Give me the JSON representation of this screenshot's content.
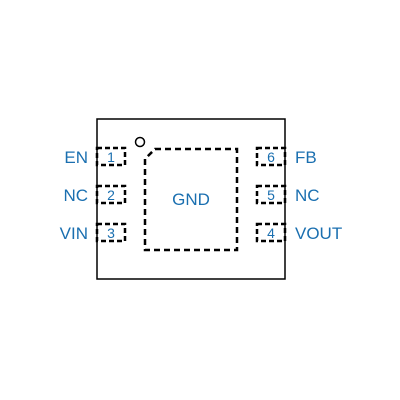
{
  "package": {
    "center_pad_label": "GND",
    "colors": {
      "outline": "#000000",
      "label": "#1a6fb0",
      "background": "#ffffff"
    }
  },
  "pins": {
    "left": [
      {
        "number": "1",
        "name": "EN"
      },
      {
        "number": "2",
        "name": "NC"
      },
      {
        "number": "3",
        "name": "VIN"
      }
    ],
    "right": [
      {
        "number": "6",
        "name": "FB"
      },
      {
        "number": "5",
        "name": "NC"
      },
      {
        "number": "4",
        "name": "VOUT"
      }
    ]
  }
}
